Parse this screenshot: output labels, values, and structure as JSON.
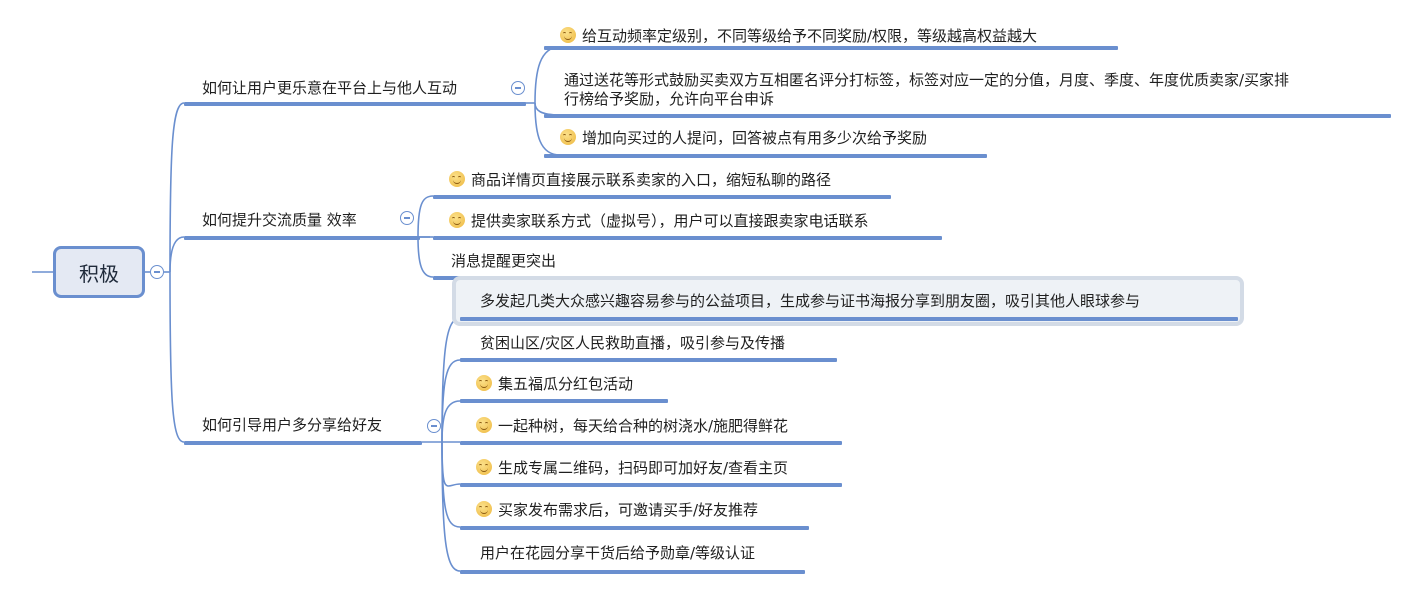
{
  "mindmap": {
    "root": {
      "label": "积极"
    },
    "branches": [
      {
        "label": "如何让用户更乐意在平台上与他人互动",
        "children": [
          {
            "label": "给互动频率定级别，不同等级给予不同奖励/权限，等级越高权益越大",
            "icon": "smile-emoji-icon"
          },
          {
            "label_line1": "通过送花等形式鼓励买卖双方互相匿名评分打标签，标签对应一定的分值，月度、季度、年度优质卖家/买家排",
            "label_line2": "行榜给予奖励，允许向平台申诉",
            "icon": null
          },
          {
            "label": "增加向买过的人提问，回答被点有用多少次给予奖励",
            "icon": "smile-emoji-icon"
          }
        ]
      },
      {
        "label": "如何提升交流质量 效率",
        "children": [
          {
            "label": "商品详情页直接展示联系卖家的入口，缩短私聊的路径",
            "icon": "smile-emoji-icon"
          },
          {
            "label": "提供卖家联系方式（虚拟号），用户可以直接跟卖家电话联系",
            "icon": "smile-emoji-icon"
          },
          {
            "label": "消息提醒更突出",
            "icon": null
          }
        ]
      },
      {
        "label": "如何引导用户多分享给好友",
        "children": [
          {
            "label": "多发起几类大众感兴趣容易参与的公益项目，生成参与证书海报分享到朋友圈，吸引其他人眼球参与",
            "icon": null,
            "selected": true
          },
          {
            "label": "贫困山区/灾区人民救助直播，吸引参与及传播",
            "icon": null
          },
          {
            "label": "集五福瓜分红包活动",
            "icon": "smile-emoji-icon"
          },
          {
            "label": "一起种树，每天给合种的树浇水/施肥得鲜花",
            "icon": "smile-emoji-icon"
          },
          {
            "label": "生成专属二维码，扫码即可加好友/查看主页",
            "icon": "smile-emoji-icon"
          },
          {
            "label": "买家发布需求后，可邀请买手/好友推荐",
            "icon": "smile-emoji-icon"
          },
          {
            "label": "用户在花园分享干货后给予勋章/等级认证",
            "icon": null
          }
        ]
      }
    ],
    "colors": {
      "line": "#6a8fcf",
      "root_fill": "#e4e9f3",
      "selected_border": "#d3dbe6",
      "selected_fill": "#eef2f6"
    }
  }
}
